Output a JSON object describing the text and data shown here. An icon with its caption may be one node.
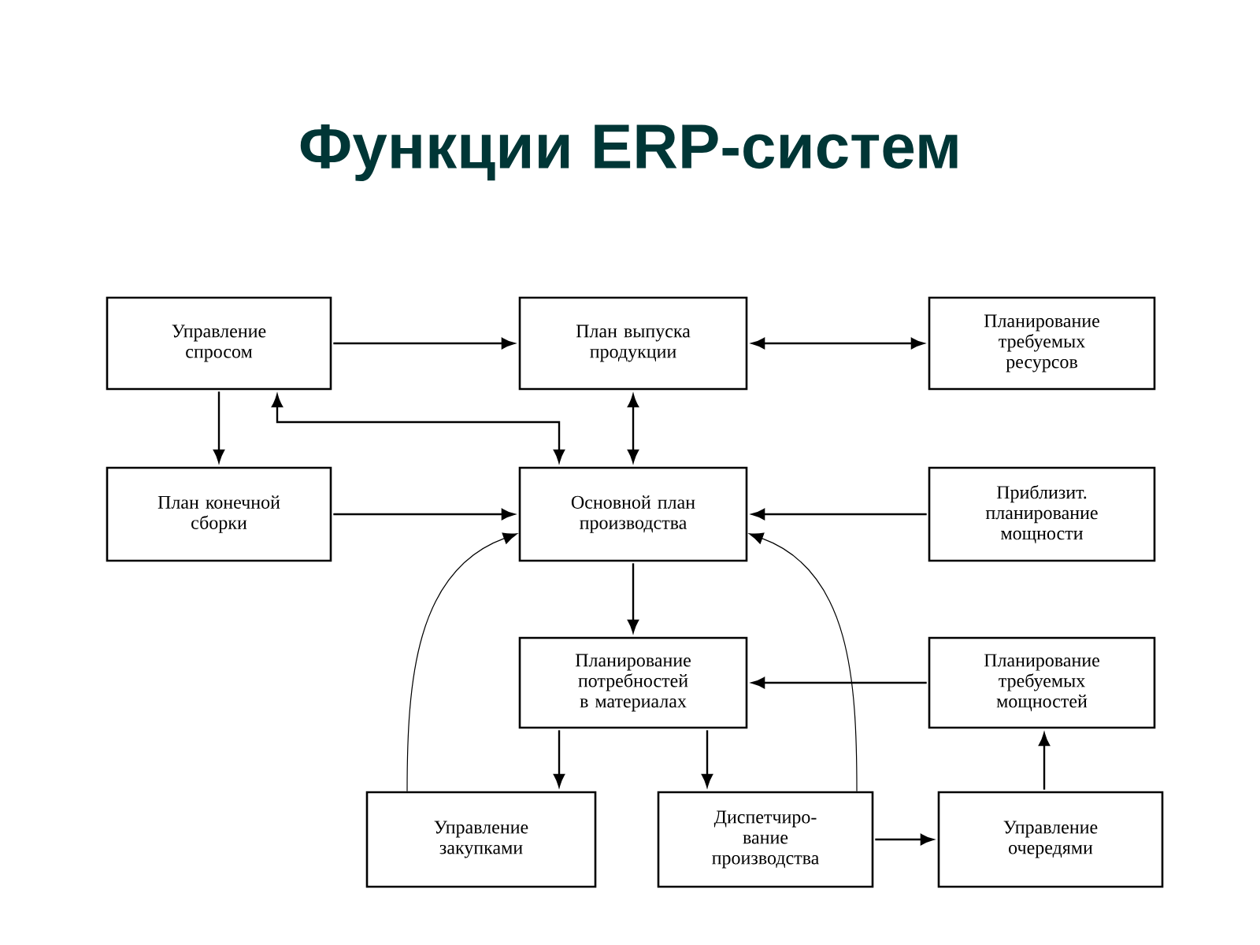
{
  "diagram": {
    "title": "Функции ERP-систем",
    "nodes": [
      {
        "text": [
          "Управление спросом"
        ]
      },
      {
        "text": [
          "План выпуска продукции"
        ]
      },
      {
        "text": [
          "Планирование требуемых ресурсов"
        ]
      },
      {
        "text": [
          "План конечной сборки"
        ]
      },
      {
        "text": [
          "Основной план производства"
        ]
      },
      {
        "text": [
          "Приблизит. планирование мощности"
        ]
      },
      {
        "text": [
          "Планирование потребностей в материалах"
        ]
      },
      {
        "text": [
          "Планирование требуемых мощностей"
        ]
      },
      {
        "text": [
          "Управление закупками"
        ]
      },
      {
        "text": [
          "Диспетчиро- вание производства"
        ]
      },
      {
        "text": [
          "Управление очередями"
        ]
      }
    ],
    "edges": [
      {
        "from": 0,
        "to": 1,
        "arrow": "to"
      },
      {
        "from": 1,
        "to": 2,
        "arrow": "both"
      },
      {
        "from": 0,
        "to": 3,
        "arrow": "to"
      },
      {
        "from": 4,
        "to": 0,
        "arrow": "both"
      },
      {
        "from": 1,
        "to": 4,
        "arrow": "both"
      },
      {
        "from": 3,
        "to": 4,
        "arrow": "to"
      },
      {
        "from": 5,
        "to": 4,
        "arrow": "to"
      },
      {
        "from": 4,
        "to": 6,
        "arrow": "to"
      },
      {
        "from": 7,
        "to": 6,
        "arrow": "to"
      },
      {
        "from": 6,
        "to": 8,
        "arrow": "to"
      },
      {
        "from": 6,
        "to": 9,
        "arrow": "to"
      },
      {
        "from": 9,
        "to": 10,
        "arrow": "to"
      },
      {
        "from": 10,
        "to": 7,
        "arrow": "to"
      },
      {
        "from": 8,
        "to": 4,
        "arrow": "to"
      },
      {
        "from": 9,
        "to": 4,
        "arrow": "to"
      }
    ]
  }
}
